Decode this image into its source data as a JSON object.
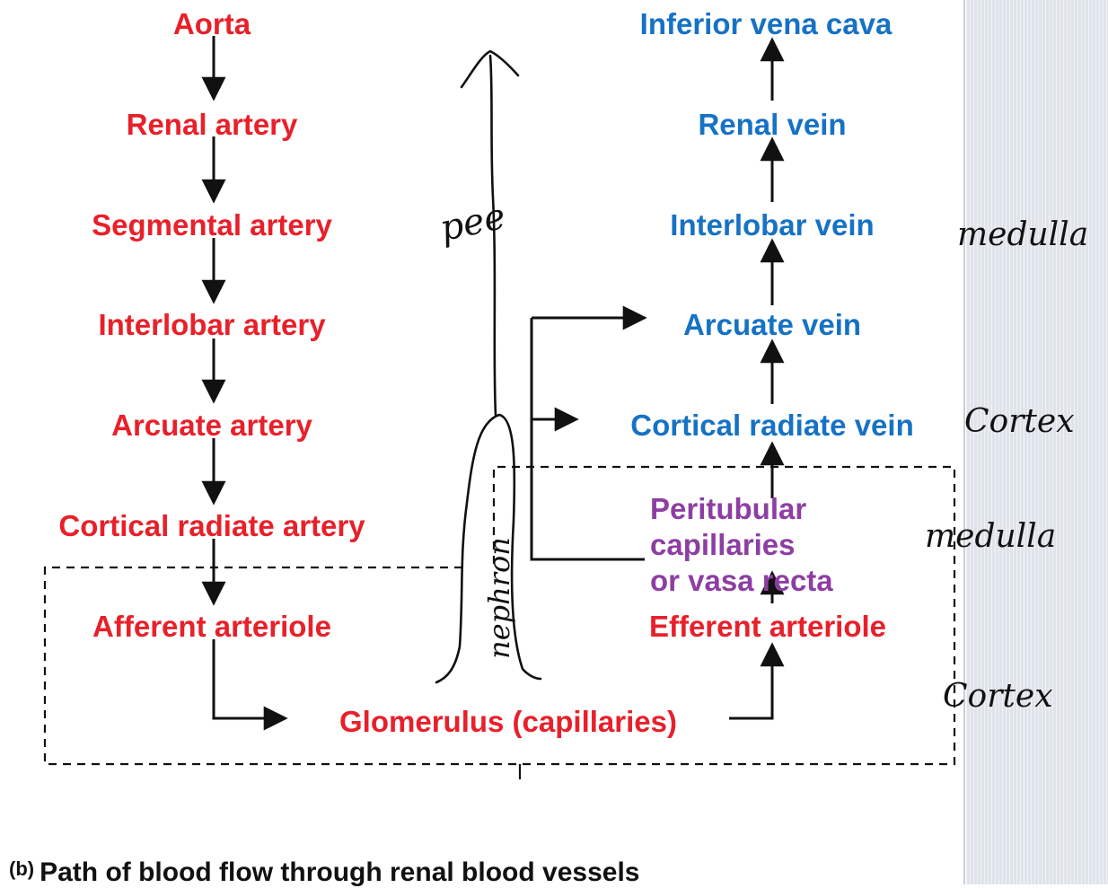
{
  "arteries": {
    "aorta": "Aorta",
    "renal": "Renal artery",
    "segmental": "Segmental artery",
    "interlobar": "Interlobar artery",
    "arcuate": "Arcuate artery",
    "cortical_radiate": "Cortical radiate artery",
    "afferent": "Afferent arteriole"
  },
  "glomerulus": "Glomerulus (capillaries)",
  "efferent": "Efferent arteriole",
  "peritubular": {
    "line1": "Peritubular",
    "line2": "capillaries",
    "line3": "or vasa recta"
  },
  "veins": {
    "ivc": "Inferior vena cava",
    "renal": "Renal vein",
    "interlobar": "Interlobar vein",
    "arcuate": "Arcuate vein",
    "cortical_radiate": "Cortical radiate vein"
  },
  "handwriting": {
    "pee": "pee",
    "nephron": "nephron",
    "medulla_top": "medulla",
    "cortex_top": "Cortex",
    "medulla_bottom": "medulla",
    "cortex_bottom": "Cortex"
  },
  "caption": {
    "tag": "(b)",
    "text": "Path of blood flow through renal blood vessels"
  },
  "colors": {
    "artery": "#e8202a",
    "vein": "#1672c4",
    "capillary": "#8d3ea3",
    "ink": "#111111"
  }
}
